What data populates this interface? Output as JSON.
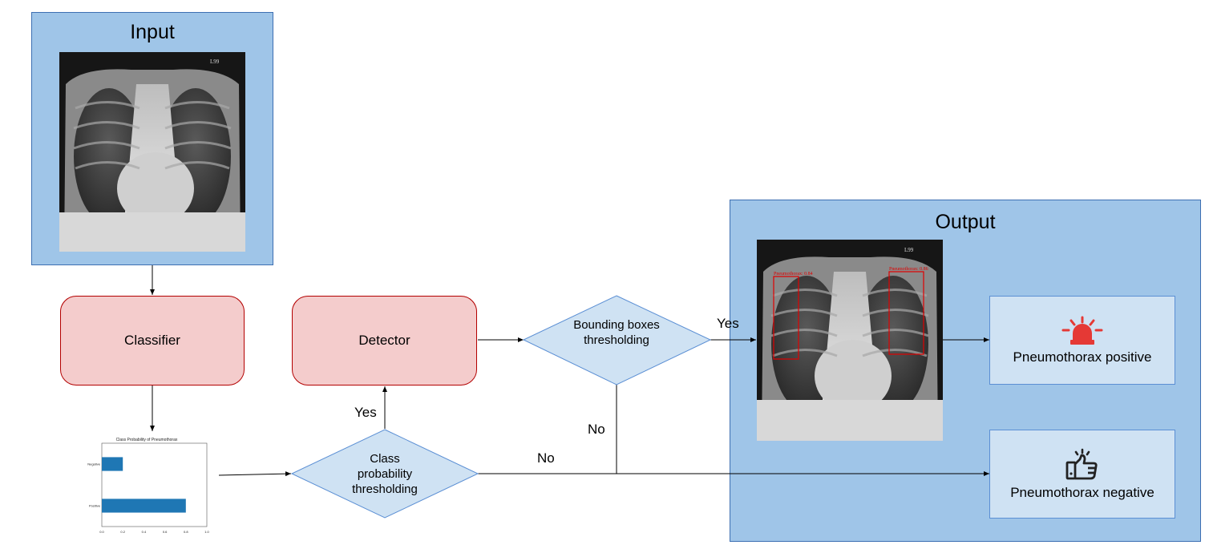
{
  "input_panel": {
    "title": "Input",
    "image_tag": "L99"
  },
  "output_panel": {
    "title": "Output",
    "image_tag": "L99",
    "box_label_left": "Pneumothorax: 0.84",
    "box_label_right": "Pneumothorax: 0.86"
  },
  "classifier": {
    "label": "Classifier"
  },
  "detector": {
    "label": "Detector"
  },
  "class_threshold": {
    "label": "Class probability thresholding"
  },
  "bbox_threshold": {
    "label": "Bounding boxes thresholding"
  },
  "edges": {
    "yes_detector": "Yes",
    "no_class": "No",
    "yes_bbox": "Yes",
    "no_bbox": "No"
  },
  "results": {
    "positive": {
      "label": "Pneumothorax positive",
      "icon": "alarm-siren-icon",
      "icon_color": "#e53935"
    },
    "negative": {
      "label": "Pneumothorax negative",
      "icon": "thumbs-up-icon"
    }
  },
  "chart_data": {
    "type": "bar",
    "orientation": "horizontal",
    "title": "Class Probability of Pneumothorax",
    "categories": [
      "Negative",
      "Positive"
    ],
    "values": [
      0.2,
      0.8
    ],
    "xlim": [
      0,
      1
    ],
    "xticks": [
      "0.0",
      "0.2",
      "0.4",
      "0.6",
      "0.8",
      "1.0"
    ],
    "bar_color": "#1f77b4"
  }
}
